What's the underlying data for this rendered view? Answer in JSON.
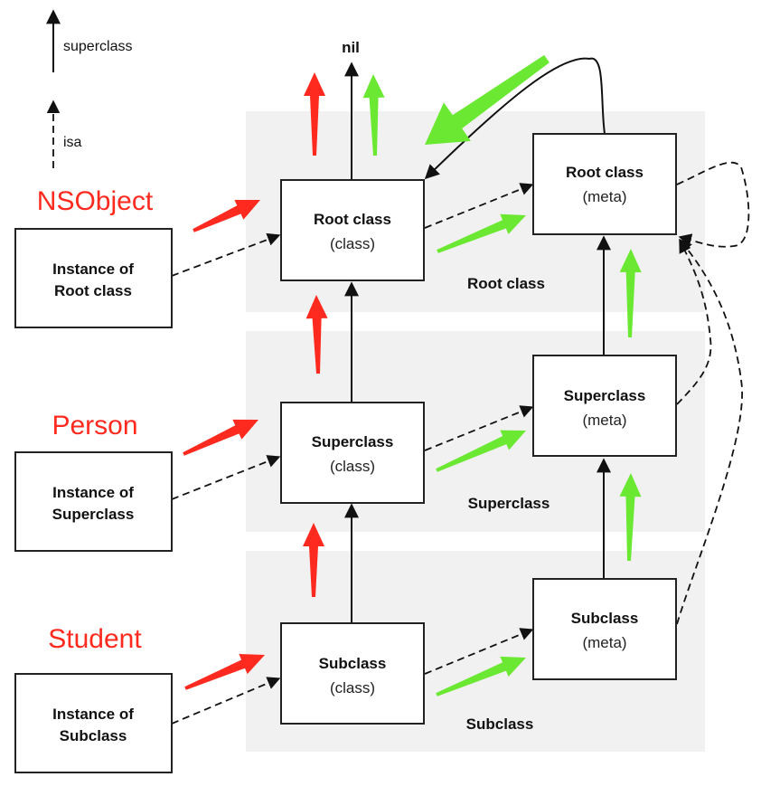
{
  "legend": {
    "superclass_label": "superclass",
    "isa_label": "isa"
  },
  "nil_label": "nil",
  "panels": [
    {
      "label": "Root class"
    },
    {
      "label": "Superclass"
    },
    {
      "label": "Subclass"
    }
  ],
  "instances": [
    {
      "line1": "Instance of",
      "line2": "Root class",
      "annotation": "NSObject"
    },
    {
      "line1": "Instance of",
      "line2": "Superclass",
      "annotation": "Person"
    },
    {
      "line1": "Instance of",
      "line2": "Subclass",
      "annotation": "Student"
    }
  ],
  "classes": [
    {
      "title": "Root class",
      "kind": "(class)"
    },
    {
      "title": "Superclass",
      "kind": "(class)"
    },
    {
      "title": "Subclass",
      "kind": "(class)"
    }
  ],
  "metaclasses": [
    {
      "title": "Root class",
      "kind": "(meta)"
    },
    {
      "title": "Superclass",
      "kind": "(meta)"
    },
    {
      "title": "Subclass",
      "kind": "(meta)"
    }
  ],
  "colors": {
    "annotation_red": "#ff2a1f",
    "annotation_green": "#6be832",
    "panel_bg": "#f1f1f1"
  }
}
